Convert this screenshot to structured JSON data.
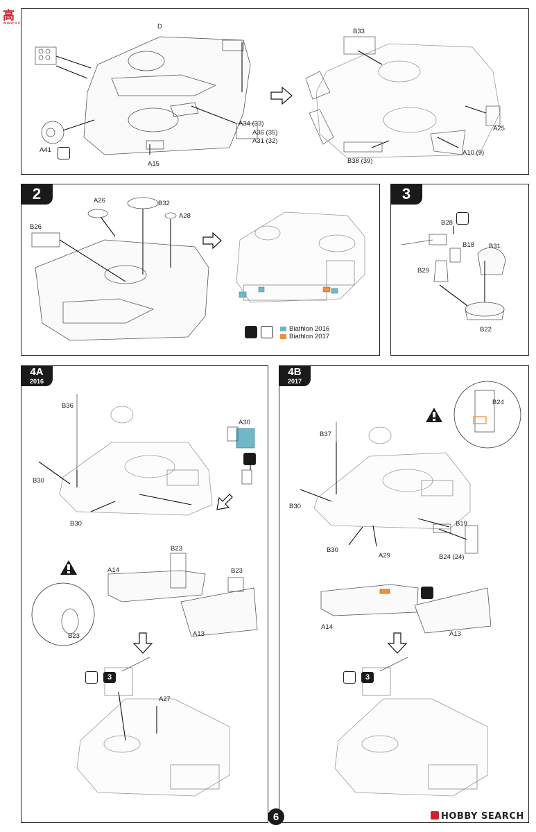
{
  "site_logo": {
    "chars": "高",
    "domain": "www.xxx.com.cn"
  },
  "step1": {
    "labels": {
      "d": "D",
      "a41": "A41",
      "a15": "A15",
      "a34": "A34 (33)",
      "a36": "A36 (35)",
      "a31": "A31 (32)",
      "b33": "B33",
      "a25": "A25",
      "a10": "A10 (9)",
      "b38": "B38 (39)"
    }
  },
  "step2": {
    "number": "2",
    "labels": {
      "a26": "A26",
      "b32": "B32",
      "a28": "A28",
      "b26": "B26"
    },
    "legend": [
      {
        "text": "Biathlon 2016",
        "color": "#6fb8c8"
      },
      {
        "text": "Biathlon 2017",
        "color": "#e8913a"
      }
    ]
  },
  "step3": {
    "number": "3",
    "labels": {
      "b28": "B28",
      "b18": "B18",
      "b31": "B31",
      "b29": "B29",
      "b22": "B22"
    }
  },
  "step4a": {
    "number": "4A",
    "year": "2016",
    "labels": {
      "b36": "B36",
      "a30": "A30",
      "b30a": "B30",
      "b30b": "B30",
      "a14": "A14",
      "b23a": "B23",
      "b23b": "B23",
      "a13": "A13",
      "b23c": "B23",
      "a27": "A27",
      "ref3": "3"
    }
  },
  "step4b": {
    "number": "4B",
    "year": "2017",
    "labels": {
      "b37": "B37",
      "b24": "B24",
      "b30a": "B30",
      "b19": "B19",
      "b30b": "B30",
      "a29": "A29",
      "b24b": "B24 (24)",
      "a14": "A14",
      "a13": "A13",
      "ref3": "3"
    }
  },
  "page": {
    "number": "6"
  },
  "watermark": {
    "text": "HOBBY SEARCH"
  }
}
